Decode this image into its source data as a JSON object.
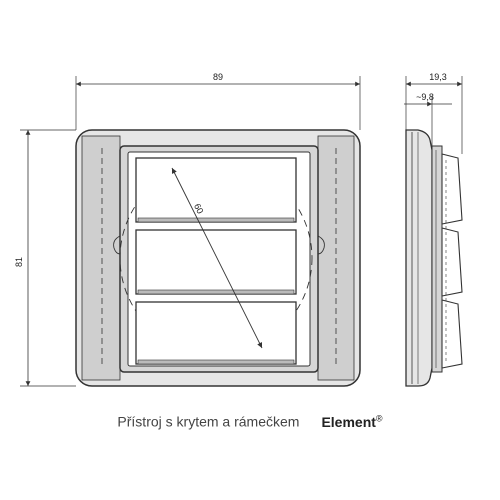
{
  "dimensions": {
    "width": "89",
    "height": "81",
    "depth_total": "19,3",
    "depth_partial": "~9,8",
    "diameter": "60"
  },
  "caption": {
    "text": "Přístroj s krytem a rámečkem",
    "brand": "Element",
    "brand_mark": "®"
  },
  "colors": {
    "line": "#333333",
    "frame_fill": "#d9d9d9",
    "plate_fill": "#ffffff"
  }
}
